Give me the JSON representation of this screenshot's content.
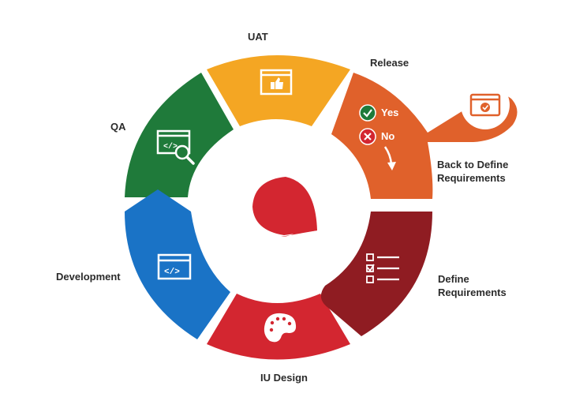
{
  "stages": {
    "uat": "UAT",
    "release": "Release",
    "qa": "QA",
    "development": "Development",
    "iu_design": "IU Design",
    "define_requirements_line1": "Define",
    "define_requirements_line2": "Requirements",
    "back_to_define_line1": "Back to Define",
    "back_to_define_line2": "Requirements"
  },
  "decision": {
    "yes": "Yes",
    "no": "No"
  },
  "colors": {
    "uat": "#f4a623",
    "release": "#e0612b",
    "qa": "#1f7a3a",
    "development": "#1a73c6",
    "iu_design": "#d32630",
    "define_requirements": "#8f1c22",
    "center": "#d32630",
    "yes_badge": "#1f7a3a",
    "no_badge": "#d32630"
  },
  "icons": {
    "uat": "browser-thumbs-up-icon",
    "release": "browser-check-icon",
    "qa": "code-magnifier-icon",
    "development": "code-window-icon",
    "iu_design": "paint-palette-icon",
    "define_requirements": "checklist-icon",
    "yes": "check-icon",
    "no": "close-icon"
  }
}
